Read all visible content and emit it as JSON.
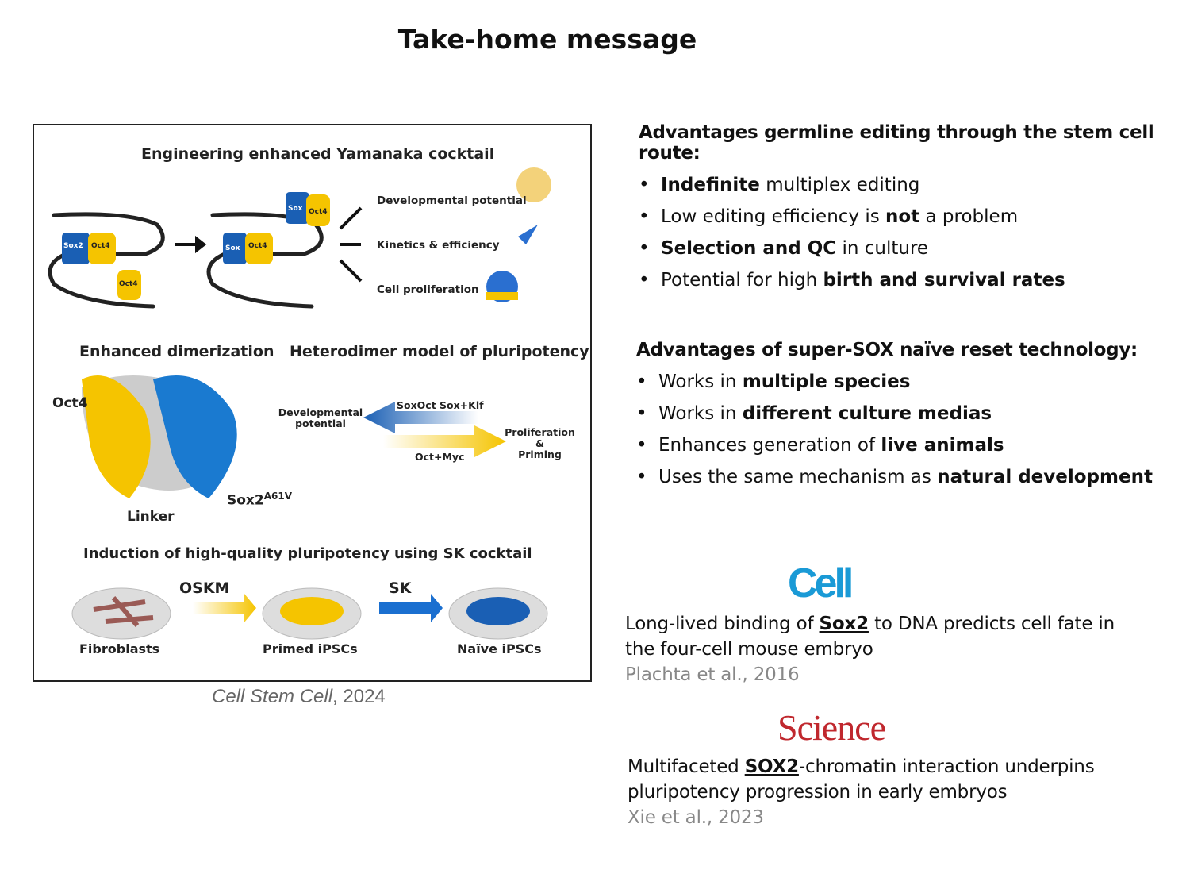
{
  "title": "Take-home message",
  "figure": {
    "heading1": "Engineering enhanced Yamanaka cocktail",
    "labels": {
      "sox2": "Sox2",
      "oct4": "Oct4",
      "sox": "Sox",
      "oct4b": "Oct4",
      "oct4c": "Oct4",
      "sox_b": "Sox",
      "oct4d": "Oct4"
    },
    "outcomes": [
      "Developmental potential",
      "Kinetics & efficiency",
      "Cell proliferation"
    ],
    "heading2a": "Enhanced dimerization",
    "heading2b": "Heterodimer model of pluripotency",
    "oct4_label": "Oct4",
    "linker_label": "Linker",
    "sox2_label": "Sox2",
    "sox2_sup": "A61V",
    "dev_potential": "Developmental potential",
    "soxoct": "SoxOct  Sox+Klf",
    "octmyc": "Oct+Myc",
    "prolif": "Proliferation",
    "amp": "&",
    "priming": "Priming",
    "heading3": "Induction of high-quality pluripotency using SK cocktail",
    "oskm": "OSKM",
    "sk": "SK",
    "stages": [
      "Fibroblasts",
      "Primed iPSCs",
      "Naïve iPSCs"
    ]
  },
  "caption": {
    "journal": "Cell Stem Cell",
    "year": ", 2024"
  },
  "section1": {
    "heading": "Advantages germline editing through the stem cell route:",
    "items": [
      [
        {
          "b": "Indefinite"
        },
        {
          "t": " multiplex editing"
        }
      ],
      [
        {
          "t": "Low editing efficiency is "
        },
        {
          "b": "not"
        },
        {
          "t": " a problem"
        }
      ],
      [
        {
          "b": "Selection and QC"
        },
        {
          "t": " in culture"
        }
      ],
      [
        {
          "t": "Potential for high "
        },
        {
          "b": "birth and survival rates"
        }
      ]
    ]
  },
  "section2": {
    "heading": "Advantages of super-SOX naïve reset technology:",
    "items": [
      [
        {
          "t": "Works in "
        },
        {
          "b": "multiple species"
        }
      ],
      [
        {
          "t": "Works in "
        },
        {
          "b": "different culture medias"
        }
      ],
      [
        {
          "t": "Enhances generation of "
        },
        {
          "b": "live animals"
        }
      ],
      [
        {
          "t": "Uses the same mechanism as "
        },
        {
          "b": "natural development"
        }
      ]
    ]
  },
  "ref1": {
    "logo": "Cell",
    "pre": "Long-lived binding of ",
    "gene": "Sox2",
    "post": " to DNA predicts cell fate in the four-cell mouse embryo",
    "authors": "Plachta et al., 2016"
  },
  "ref2": {
    "logo": "Science",
    "pre": "Multifaceted ",
    "gene": "SOX2",
    "post": "-chromatin interaction underpins pluripotency progression in early embryos",
    "authors": "Xie et al., 2023"
  },
  "colors": {
    "sox_blue": "#1a5fb4",
    "oct_yellow": "#f5c400",
    "cell_blue": "#1a9ad6",
    "science_red": "#c0282e"
  }
}
